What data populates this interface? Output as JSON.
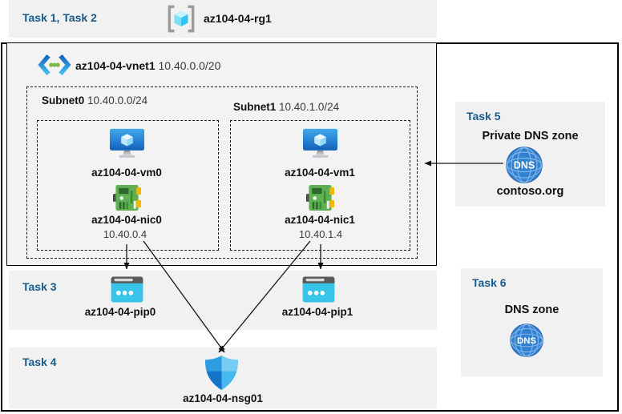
{
  "colors": {
    "task_label": "#175A8C",
    "band_bg": "#F1F1F1",
    "vnet_bg": "#F3F3F3",
    "arrow": "#161616",
    "vm_blue": "#1E78CE",
    "nic_green": "#5FB052",
    "pip_cyan": "#38C3E9",
    "dns_blue": "#3280D2",
    "nsg_blue": "#2D9CE1"
  },
  "header": {
    "tasks_label": "Task 1, Task 2",
    "resource_group": "az104-04-rg1"
  },
  "vnet": {
    "name": "az104-04-vnet1",
    "cidr": "10.40.0.0/20"
  },
  "subnets": [
    {
      "name": "Subnet0",
      "cidr": "10.40.0.0/24",
      "vm": "az104-04-vm0",
      "nic": "az104-04-nic0",
      "nic_ip": "10.40.0.4"
    },
    {
      "name": "Subnet1",
      "cidr": "10.40.1.0/24",
      "vm": "az104-04-vm1",
      "nic": "az104-04-nic1",
      "nic_ip": "10.40.1.4"
    }
  ],
  "task3": {
    "label": "Task 3",
    "pip0": "az104-04-pip0",
    "pip1": "az104-04-pip1"
  },
  "task4": {
    "label": "Task 4",
    "nsg": "az104-04-nsg01"
  },
  "task5": {
    "label": "Task 5",
    "title": "Private DNS zone",
    "dns_icon_text": "DNS",
    "zone": "contoso.org"
  },
  "task6": {
    "label": "Task 6",
    "title": "DNS zone",
    "dns_icon_text": "DNS"
  }
}
